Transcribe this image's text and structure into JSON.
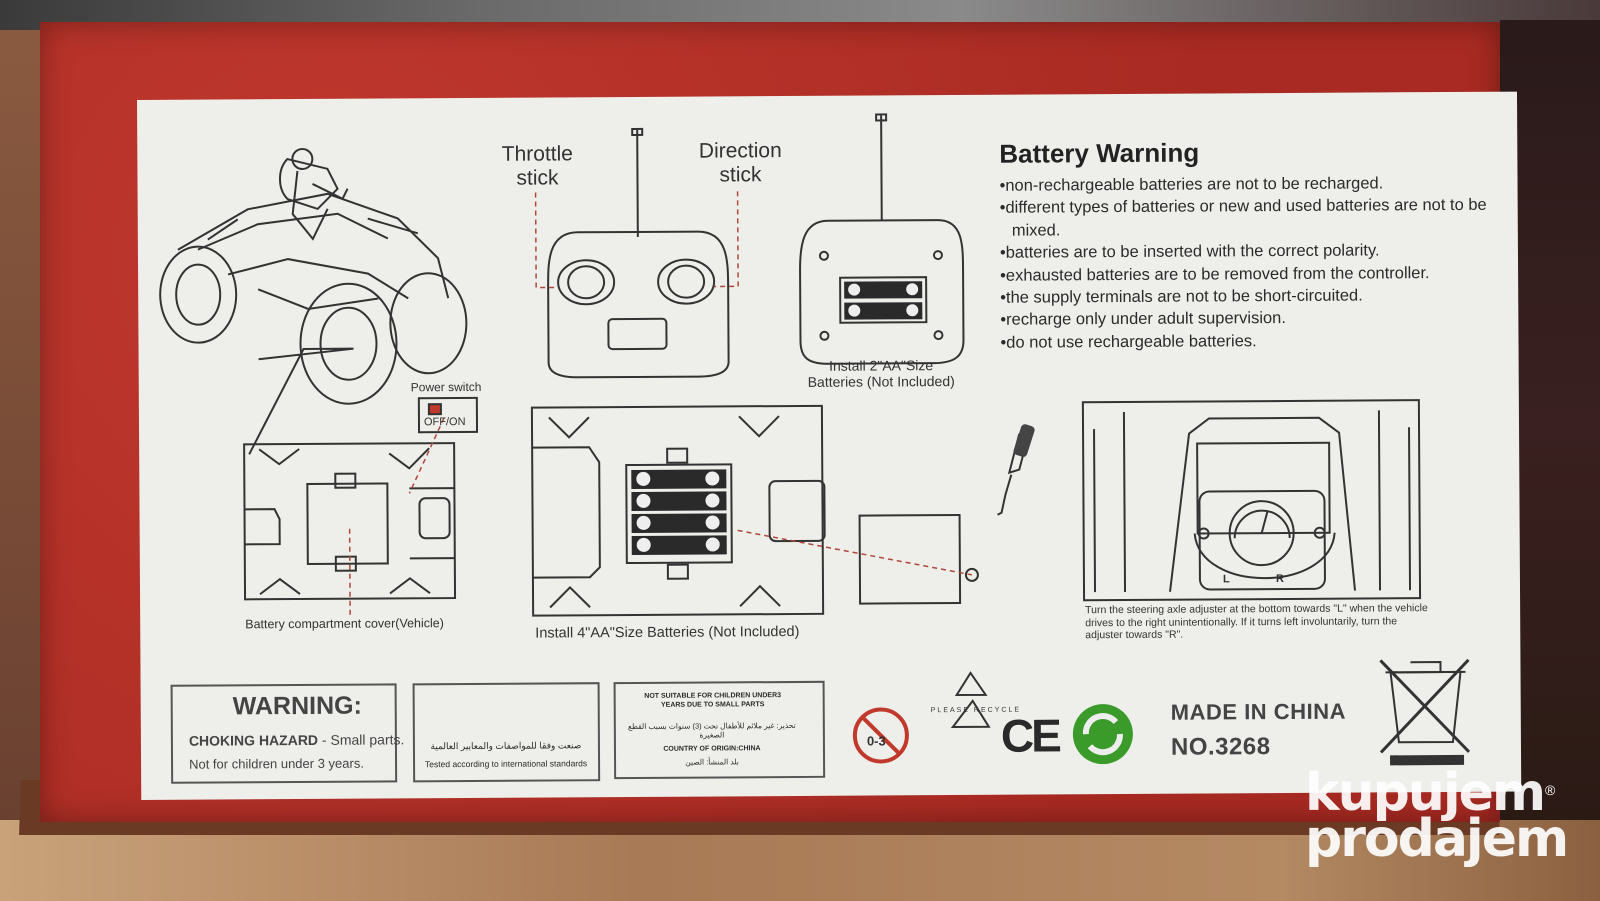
{
  "labels": {
    "throttle_stick": "Throttle\nstick",
    "direction_stick": "Direction\nstick",
    "install_2aa": "Install 2\"AA\"Size\nBatteries (Not Included)",
    "power_switch": "Power switch",
    "off_on": "OFF/ON",
    "battery_compartment_cover": "Battery compartment cover(Vehicle)",
    "install_4aa": "Install 4\"AA\"Size Batteries (Not Included)",
    "steering_note": "Turn the steering axle adjuster at the bottom towards \"L\" when the vehicle drives to the right unintentionally. If it turns left involuntarily, turn the adjuster towards \"R\".",
    "adjuster_l": "L",
    "adjuster_r": "R"
  },
  "battery_warning": {
    "title": "Battery Warning",
    "items": [
      "non-rechargeable batteries are not to be recharged.",
      "different types of batteries or new and used batteries are not to be mixed.",
      "batteries are to be inserted with the correct polarity.",
      "exhausted batteries are to be removed from the controller.",
      "the supply terminals are not to be short-circuited.",
      "recharge only under adult supervision.",
      "do not use rechargeable batteries."
    ]
  },
  "warning_box": {
    "title": "WARNING:",
    "hazard": "CHOKING HAZARD",
    "hazard_rest": " - Small parts.",
    "line2": "Not for children under 3 years."
  },
  "standards_box": {
    "arabic": "صنعت وفقا للمواصفات والمعايير العالمية",
    "english": "Tested according to international standards"
  },
  "age_box": {
    "line1": "NOT SUITABLE FOR CHILDREN UNDER3 YEARS DUE TO SMALL PARTS",
    "arabic": "تحذير: غير ملائم للأطفال تحت (3) سنوات بسبب القطع الصغيرة",
    "origin": "COUNTRY OF ORIGIN:CHINA",
    "origin_ar": "بلد المنشأ: الصين"
  },
  "marks": {
    "age_mark": "0-3",
    "recycle_text": "PLEASE RECYCLE",
    "ce": "CE"
  },
  "made_in": "MADE IN CHINA",
  "model_no": "NO.3268",
  "watermark": {
    "line1": "kupujem",
    "line2": "prodajem",
    "reg": "®"
  },
  "colors": {
    "box_red": "#b8322a",
    "panel": "#eeeeea",
    "green_dot": "#3a9a2a"
  }
}
